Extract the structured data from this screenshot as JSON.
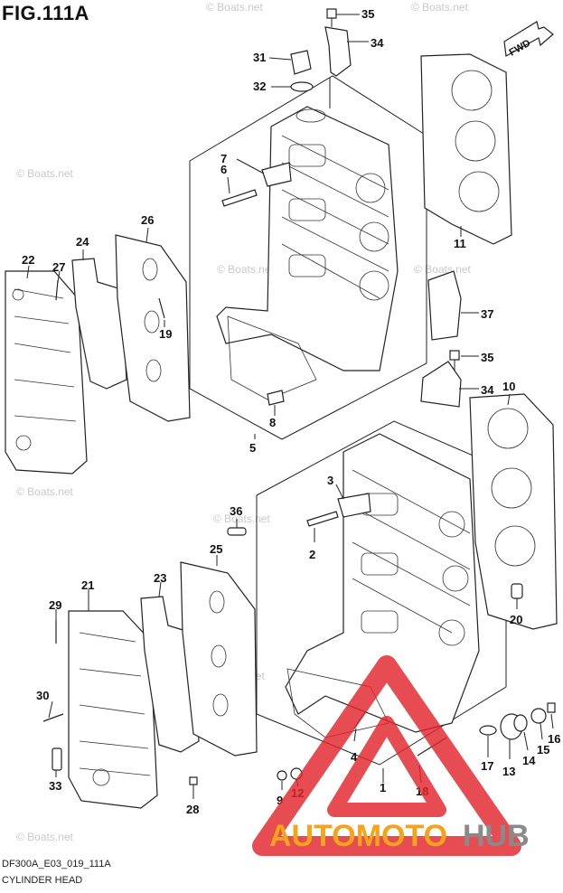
{
  "figure": {
    "title": "FIG.111A",
    "code": "DF300A_E03_019_111A",
    "caption": "CYLINDER HEAD"
  },
  "orientation_label": "FWD",
  "watermark_text": "© Boats.net",
  "brand": {
    "part1": "AUTOMOTO",
    "part2": "HUB",
    "color1": "#f5a31a",
    "color2": "#8a8a8a",
    "logo_color": "#e0242b"
  },
  "callouts": [
    "35",
    "34",
    "31",
    "32",
    "7",
    "6",
    "26",
    "24",
    "22",
    "27",
    "19",
    "11",
    "37",
    "35",
    "34",
    "10",
    "8",
    "5",
    "3",
    "36",
    "2",
    "25",
    "23",
    "21",
    "29",
    "30",
    "33",
    "28",
    "4",
    "9",
    "12",
    "1",
    "18",
    "17",
    "13",
    "14",
    "15",
    "16",
    "20"
  ]
}
